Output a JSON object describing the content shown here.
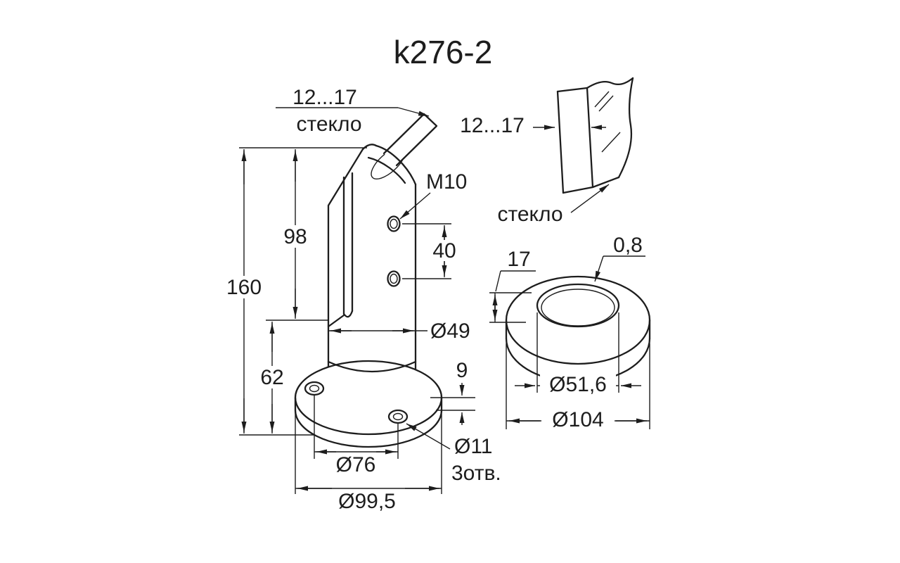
{
  "title": "k276-2",
  "front_view": {
    "glass_thickness": "12...17",
    "glass_label": "стекло",
    "thread": "M10",
    "slot_depth": "98",
    "overall_height": "160",
    "hole_spacing": "40",
    "post_diameter": "Ø49",
    "lower_height": "62",
    "base_thickness": "9",
    "mount_hole_diameter": "Ø11",
    "mount_hole_count": "3отв.",
    "bolt_circle_diameter": "Ø76",
    "base_diameter": "Ø99,5"
  },
  "glass_detail": {
    "thickness": "12...17",
    "label": "стекло"
  },
  "cover_detail": {
    "height": "17",
    "lip": "0,8",
    "inner_diameter": "Ø51,6",
    "outer_diameter": "Ø104"
  }
}
